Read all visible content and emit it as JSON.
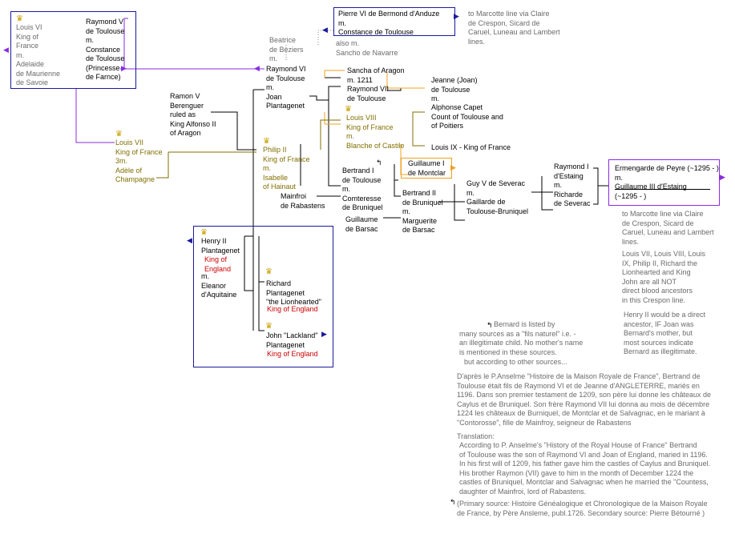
{
  "colors": {
    "purple": "#8a2be2",
    "navy": "#1a1a9c",
    "orange": "#f0a020",
    "olive": "#806f00",
    "gray": "#7a7a7a",
    "red": "#cc0000",
    "black": "#000000"
  },
  "persons": {
    "louis_vi": "Louis VI\nKing of\nFrance\n  m.\nAdelaide\nde Maurienne\n   de Savoie",
    "raymond_v": "Raymond V\nde Toulouse\n       m.\nConstance\nde Toulouse\n(Princesse\nde Farnce)",
    "pierre_vi": "Pierre VI de Bermond d'Anduze\n          m.\nConstance de Toulouse",
    "beatrice": "Beatrice\nde Beziers\n  m.",
    "also_m": "also m.\nSancho de Navarre",
    "raymond_vi": "Raymond VI\nde Toulouse\n       m.\nJoan\nPlantagenet",
    "ramon_v": "Ramon V\nBerenguer\n  ruled as\nKing Alfonso II\nof Aragon",
    "sancha": "Sancha of Aragon\n      m. 1211\nRaymond VII\nde Toulouse",
    "jeanne": "Jeanne (Joan)\nde Toulouse\n      m.",
    "alphonse": "Alphonse Capet\nCount of Toulouse and\nof Poitiers",
    "louis_viii": "Louis VIII\nKing of France\n      m.\nBlanche of Castile",
    "louis_ix": "Louis IX - King of France",
    "louis_vii": "Louis VII\nKing of France\n3m.\nAdèle of\nChampagne",
    "philip_ii": "Philip II\nKing of France\n      m.\nIsabelle\nof Hainaut",
    "guillaume_i": "Guillaume I\nde Montclar",
    "bertrand_i": "Bertrand I\nde Toulouse\n      m.\nComteresse\nde Bruniquel",
    "mainfroi": "Mainfroi\nde Rabastens",
    "bertrand_ii": "Bertrand II\nde Bruniquel\n      m.\nMarguerite\nde Barsac",
    "guillaume_barsac": "Guillaume\nde Barsac",
    "guy_v": "Guy V de Severac\n      m.\nGaillarde de\nToulouse-Bruniquel",
    "raymond_i": "Raymond I\nd'Estaing\n      m.\nRicharde\nde Severac",
    "ermengarde": "Ermengarde de Peyre (~1295 - )\n          m.\nGuillaume III d'Estaing\n      (~1295 - )",
    "henry_ii_name": "Henry II\nPlantagenet",
    "henry_ii_title": "King of\nEngland",
    "henry_ii_spouse": "      m.\nEleanor\nd'Aquitaine",
    "richard_name": "Richard\nPlantagenet\n\"the Lionhearted\"",
    "richard_title": "King of England",
    "john_name": "John \"Lackland\"\nPlantagenet",
    "john_title": "King of England"
  },
  "notes": {
    "marcotte_top": "to Marcotte line via Claire\nde Crespon, Sicard de\nCaruel, Luneau and Lambert\nlines.",
    "marcotte_right": "to Marcotte line via Claire\nde Crespon, Sicard de\nCaruel, Luneau and Lambert\nlines.",
    "not_blood": "Louis VII, Louis VIII, Louis\nIX, Philip II, Richard the\nLionhearted and King\nJohn are all NOT\ndirect blood ancestors\nin this Crespon line.",
    "henry_note": "Henry II would be a direct\nancestor, IF Joan was\nBernard's mother, but\nmost sources indicate\nBernard as illegitimate.",
    "bernard_note": "Bernard is listed by\nmany sources as a \"fils naturel\" i.e. -\nan illegitimate child.  No mother's name\nis mentioned in these sources.",
    "other_sources": "but according to other sources...",
    "french_text": "D'après le P.Anselme \"Histoire de la Maison Royale de France\", Bertrand de\nToulouse était fils de Raymond VI et de Jeanne d'ANGLETERRE, mariés en\n1196. Dans son premier testament de 1209, son père lui donne les châteaux de\nCaylus et de Bruniquel. Son frère Raymond VII lui donna au mois de décembre\n1224 les châteaux de Burniquel, de Montclar et de Salvagnac, en le mariant à\n\"Contorosse\", fille de Mainfroy, seigneur de Rabastens",
    "translation_label": "Translation:",
    "translation_text": "According to P. Anselme's \"History of the Royal House of France\" Bertrand\nof Toulouse was the son  of Raymond VI and Joan of England, maried in 1196.\nIn his first will of 1209, his father gave him the castles of Caylus and Bruniquel.\nHis brother Raymon (VII) gave to him in the month of December 1224 the\ncastles of Bruniquel, Montclar and Salvagnac when he married the \"Countess,\ndaughter of Mainfroi, lord of Rabastens.",
    "source_text": "(Primary source: Histoire Généalogique et Chronologique de la Maison Royale\nde France, by Père Ansleme, publ.1726. Secondary source: Pierre Bétourné )"
  }
}
